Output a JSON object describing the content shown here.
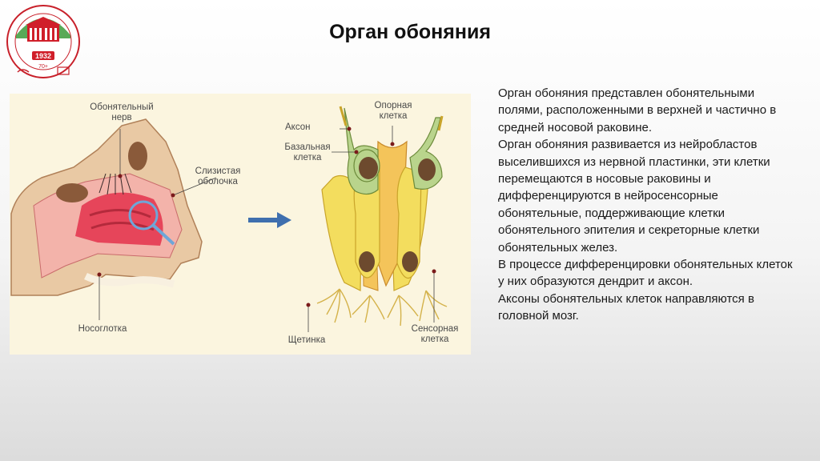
{
  "logo": {
    "year": "1932",
    "badge": "70+",
    "icon": "university-building-emblem"
  },
  "title": "Орган обоняния",
  "figure": {
    "labels": {
      "olfactory_nerve": [
        "Обонятельный",
        "нерв"
      ],
      "mucosa": [
        "Слизистая",
        "оболочка"
      ],
      "nasopharynx": "Носоглотка",
      "axon": "Аксон",
      "supporting_cell": [
        "Опорная",
        "клетка"
      ],
      "basal_cell": [
        "Базальная",
        "клетка"
      ],
      "bristle": "Щетинка",
      "sensory_cell": [
        "Сенсорная",
        "клетка"
      ]
    },
    "arrow_icon": "arrow-right-icon",
    "colors": {
      "background": "#fbf5df",
      "arrow": "#3f6fae",
      "sensory_cell": "#f3dd5e",
      "supporting_cell": "#f4c45a",
      "basal_cell": "#b9d48c",
      "nucleus": "#6d4a2e",
      "mucosa": "#e6455a"
    }
  },
  "body_paragraphs": [
    "Орган обоняния представлен обонятельными полями, расположенными в верхней и частично в средней носовой раковине.",
    "Орган обоняния развивается из нейробластов выселившихся из нервной пластинки, эти клетки перемещаются в носовые раковины и дифференцируются в нейросенсорные обонятельные, поддерживающие клетки обонятельного эпителия и секреторные  клетки обонятельных желез.",
    "В процессе дифференцировки обонятельных клеток у них образуются дендрит и аксон.",
    "Аксоны обонятельных клеток направляются в головной мозг."
  ]
}
